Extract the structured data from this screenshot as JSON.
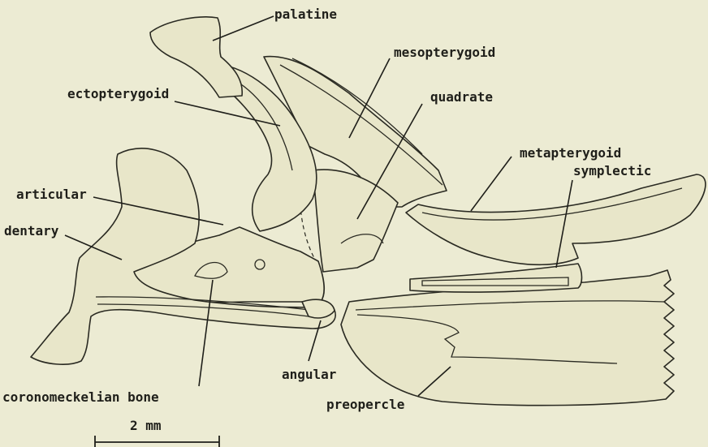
{
  "labels": {
    "palatine": "palatine",
    "mesopterygoid": "mesopterygoid",
    "ectopterygoid": "ectopterygoid",
    "quadrate": "quadrate",
    "metapterygoid": "metapterygoid",
    "symplectic": "symplectic",
    "articular": "articular",
    "dentary": "dentary",
    "angular": "angular",
    "coronomeckelian": "coronomeckelian bone",
    "preopercle": "preopercle"
  },
  "scale_bar": {
    "label": "2 mm"
  },
  "colors": {
    "background": "#ecebd3",
    "ink": "#1f1f1a",
    "bone_fill": "#e8e6c9"
  }
}
